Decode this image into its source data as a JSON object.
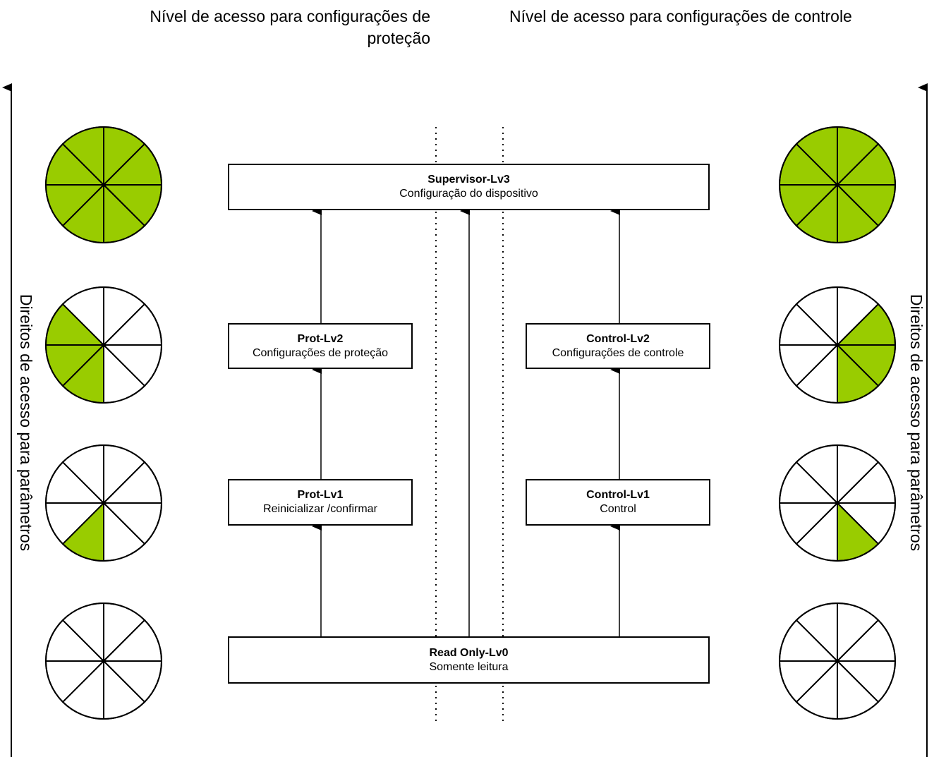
{
  "headers": {
    "protection": "Nível de acesso para configurações de proteção",
    "control": "Nível de acesso para configurações de controle"
  },
  "side_label": "Direitos de acesso para parâmetros",
  "levels": {
    "supervisor": {
      "title": "Supervisor-Lv3",
      "desc": "Configuração do dispositivo"
    },
    "prot_lv2": {
      "title": "Prot-Lv2",
      "desc": "Configurações de proteção"
    },
    "prot_lv1": {
      "title": "Prot-Lv1",
      "desc": "Reinicializar /confirmar"
    },
    "control_lv2": {
      "title": "Control-Lv2",
      "desc": "Configurações de controle"
    },
    "control_lv1": {
      "title": "Control-Lv1",
      "desc": "Control"
    },
    "read_only": {
      "title": "Read Only-Lv0",
      "desc": "Somente leitura"
    }
  },
  "colors": {
    "fill": "#99cc00",
    "stroke": "#000000"
  },
  "access_indicators": {
    "left": [
      {
        "level": "Supervisor-Lv3",
        "filled_slices": [
          0,
          1,
          2,
          3,
          4,
          5,
          6,
          7
        ]
      },
      {
        "level": "Prot-Lv2",
        "filled_slices": [
          4,
          5,
          6
        ]
      },
      {
        "level": "Prot-Lv1",
        "filled_slices": [
          4
        ]
      },
      {
        "level": "Read Only-Lv0",
        "filled_slices": []
      }
    ],
    "right": [
      {
        "level": "Supervisor-Lv3",
        "filled_slices": [
          0,
          1,
          2,
          3,
          4,
          5,
          6,
          7
        ]
      },
      {
        "level": "Control-Lv2",
        "filled_slices": [
          1,
          2,
          3
        ]
      },
      {
        "level": "Control-Lv1",
        "filled_slices": [
          3
        ]
      },
      {
        "level": "Read Only-Lv0",
        "filled_slices": []
      }
    ]
  }
}
